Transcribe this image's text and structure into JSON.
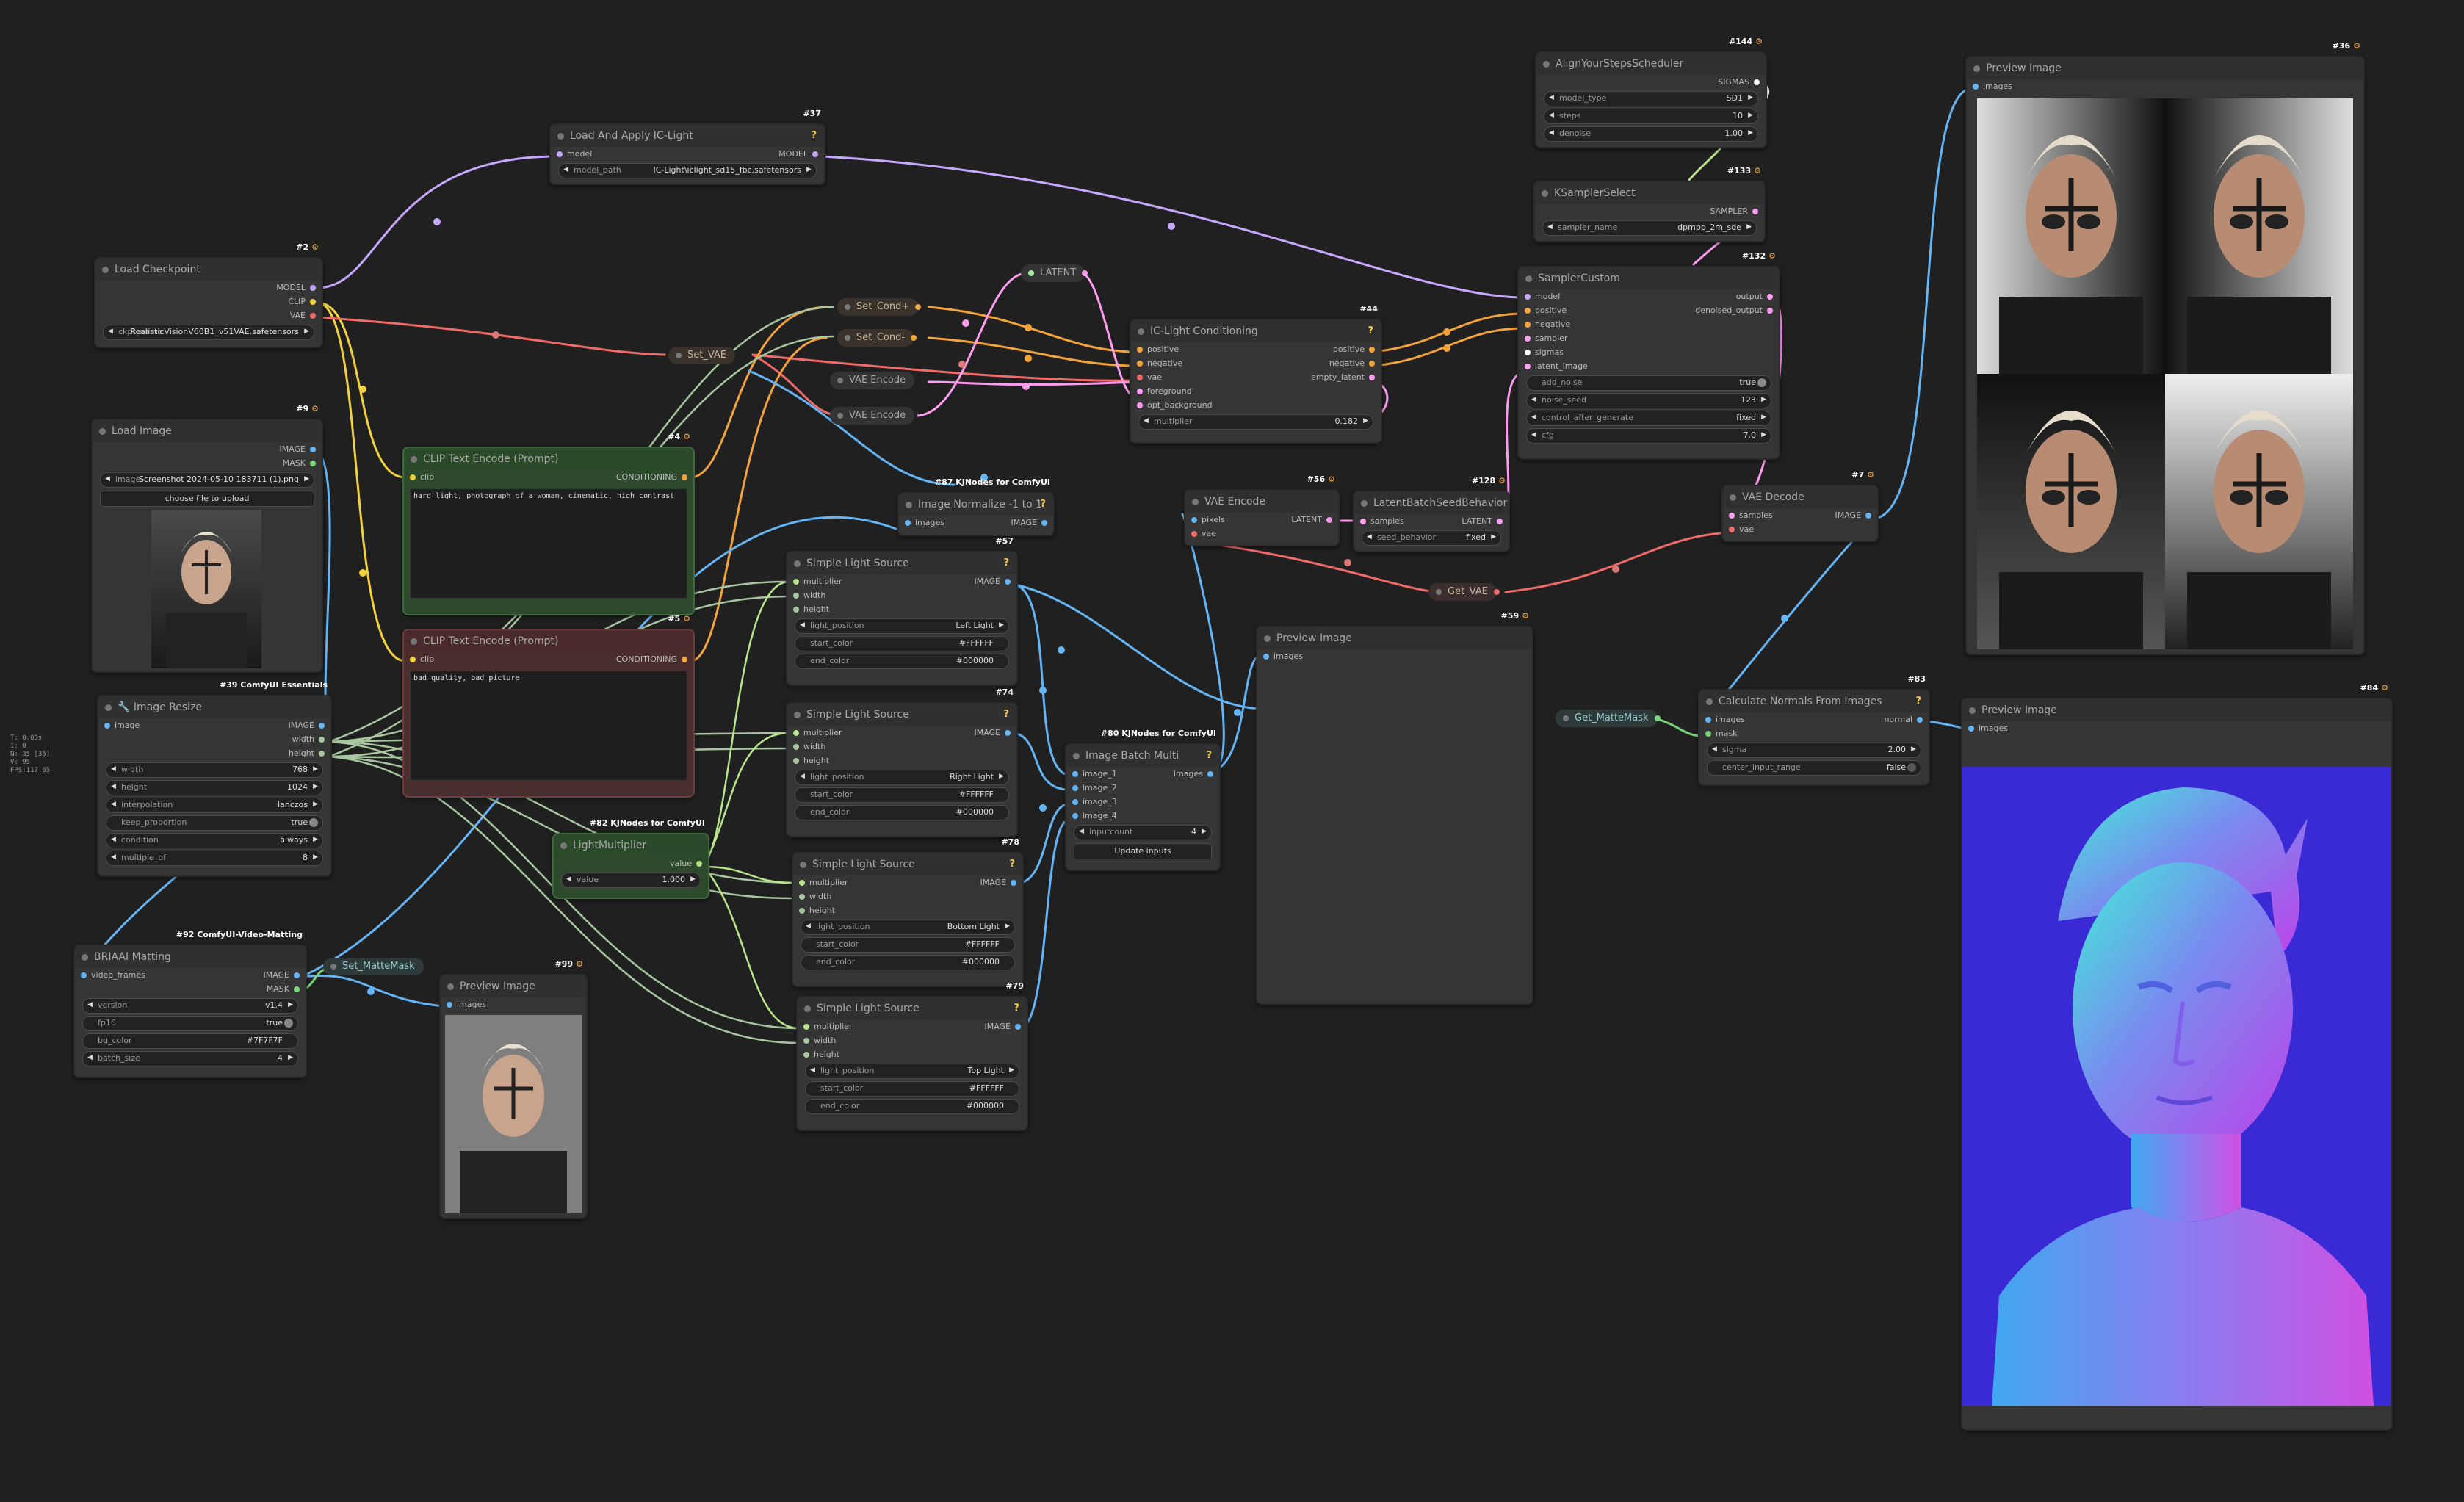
{
  "colors": {
    "model": "#c6a8ff",
    "clip": "#f2d13a",
    "vae": "#f06a6a",
    "conditioning": "#f2a33a",
    "latent": "#ff9cf0",
    "image": "#64b5f6",
    "mask": "#7ad67a",
    "int": "#a8c7a0",
    "float": "#b8e68a",
    "sampler": "#ff9cf0",
    "sigmas": "#ffffff",
    "background": "#202020"
  },
  "stats": [
    "T: 0.00s",
    "I: 0",
    "N: 35 [35]",
    "V: 95",
    "FPS:117.65"
  ],
  "nodes": {
    "checkpoint": {
      "id": "#2",
      "title": "Load Checkpoint",
      "outputs": [
        "MODEL",
        "CLIP",
        "VAE"
      ],
      "ckpt_label": "ckpt_name",
      "ckpt_value": "RealisticVisionV60B1_v51VAE.safetensors"
    },
    "ic_light": {
      "id": "#37",
      "title": "Load And Apply IC-Light",
      "input": "model",
      "output": "MODEL",
      "model_path_label": "model_path",
      "model_path_value": "IC-Light\\iclight_sd15_fbc.safetensors"
    },
    "load_image": {
      "id": "#9",
      "title": "Load Image",
      "outputs": [
        "IMAGE",
        "MASK"
      ],
      "image_label": "image",
      "image_value": "Screenshot 2024-05-10 183711 (1).png",
      "upload": "choose file to upload"
    },
    "clip_pos": {
      "id": "#4",
      "title": "CLIP Text Encode (Prompt)",
      "input": "clip",
      "output": "CONDITIONING",
      "text": "hard light, photograph of a woman, cinematic, high contrast"
    },
    "clip_neg": {
      "id": "#5",
      "title": "CLIP Text Encode (Prompt)",
      "input": "clip",
      "output": "CONDITIONING",
      "text": "bad quality, bad picture"
    },
    "resize": {
      "pack": "#39 ComfyUI Essentials",
      "title": "🔧 Image Resize",
      "input": "image",
      "outputs": [
        "IMAGE",
        "width",
        "height"
      ],
      "widgets": [
        {
          "l": "width",
          "v": "768"
        },
        {
          "l": "height",
          "v": "1024"
        },
        {
          "l": "interpolation",
          "v": "lanczos"
        },
        {
          "l": "keep_proportion",
          "v": "true"
        },
        {
          "l": "condition",
          "v": "always"
        },
        {
          "l": "multiple_of",
          "v": "8"
        }
      ]
    },
    "briaai": {
      "pack": "#92 ComfyUI-Video-Matting",
      "title": "BRIAAI Matting",
      "input": "video_frames",
      "outputs": [
        "IMAGE",
        "MASK"
      ],
      "widgets": [
        {
          "l": "version",
          "v": "v1.4"
        },
        {
          "l": "fp16",
          "v": "true"
        },
        {
          "l": "bg_color",
          "v": "#7F7F7F"
        },
        {
          "l": "batch_size",
          "v": "4"
        }
      ]
    },
    "preview99": {
      "id": "#99",
      "title": "Preview Image",
      "input": "images"
    },
    "light_mult": {
      "pack": "#82 KJNodes for ComfyUI",
      "title": "LightMultiplier",
      "output": "value",
      "value_label": "value",
      "value": "1.000"
    },
    "img_norm": {
      "pack": "#87 KJNodes for ComfyUI",
      "title": "Image Normalize -1 to 1",
      "input": "images",
      "output": "IMAGE"
    },
    "sls57": {
      "id": "#57",
      "title": "Simple Light Source",
      "inputs": [
        "multiplier",
        "width",
        "height"
      ],
      "output": "IMAGE",
      "pos": "Left Light",
      "start": "#FFFFFF",
      "end": "#000000"
    },
    "sls74": {
      "id": "#74",
      "title": "Simple Light Source",
      "inputs": [
        "multiplier",
        "width",
        "height"
      ],
      "output": "IMAGE",
      "pos": "Right Light",
      "start": "#FFFFFF",
      "end": "#000000"
    },
    "sls78": {
      "id": "#78",
      "title": "Simple Light Source",
      "inputs": [
        "multiplier",
        "width",
        "height"
      ],
      "output": "IMAGE",
      "pos": "Bottom Light",
      "start": "#FFFFFF",
      "end": "#000000"
    },
    "sls79": {
      "id": "#79",
      "title": "Simple Light Source",
      "inputs": [
        "multiplier",
        "width",
        "height"
      ],
      "output": "IMAGE",
      "pos": "Top Light",
      "start": "#FFFFFF",
      "end": "#000000"
    },
    "sls_labels": {
      "pos": "light_position",
      "start": "start_color",
      "end": "end_color"
    },
    "batch_multi": {
      "pack": "#80 KJNodes for ComfyUI",
      "title": "Image Batch Multi",
      "inputs": [
        "image_1",
        "image_2",
        "image_3",
        "image_4"
      ],
      "output": "images",
      "count_label": "inputcount",
      "count": "4",
      "button": "Update inputs"
    },
    "iclight_cond": {
      "id": "#44",
      "title": "IC-Light Conditioning",
      "inputs": [
        "positive",
        "negative",
        "vae",
        "foreground",
        "opt_background"
      ],
      "outputs": [
        "positive",
        "negative",
        "empty_latent"
      ],
      "mult_label": "multiplier",
      "mult": "0.182"
    },
    "vae_enc56": {
      "id": "#56",
      "title": "VAE Encode",
      "inputs": [
        "pixels",
        "vae"
      ],
      "output": "LATENT"
    },
    "latent_batch": {
      "id": "#128",
      "title": "LatentBatchSeedBehavior",
      "input": "samples",
      "output": "LATENT",
      "label": "seed_behavior",
      "value": "fixed"
    },
    "preview59": {
      "id": "#59",
      "title": "Preview Image",
      "input": "images"
    },
    "ays": {
      "id": "#144",
      "title": "AlignYourStepsScheduler",
      "output": "SIGMAS",
      "widgets": [
        {
          "l": "model_type",
          "v": "SD1"
        },
        {
          "l": "steps",
          "v": "10"
        },
        {
          "l": "denoise",
          "v": "1.00"
        }
      ]
    },
    "ksel": {
      "id": "#133",
      "title": "KSamplerSelect",
      "output": "SAMPLER",
      "label": "sampler_name",
      "value": "dpmpp_2m_sde"
    },
    "sampler_custom": {
      "id": "#132",
      "title": "SamplerCustom",
      "inputs": [
        "model",
        "positive",
        "negative",
        "sampler",
        "sigmas",
        "latent_image"
      ],
      "outputs": [
        "output",
        "denoised_output"
      ],
      "widgets": [
        {
          "l": "add_noise",
          "v": "true"
        },
        {
          "l": "noise_seed",
          "v": "123"
        },
        {
          "l": "control_after_generate",
          "v": "fixed"
        },
        {
          "l": "cfg",
          "v": "7.0"
        }
      ]
    },
    "vae_dec": {
      "id": "#7",
      "title": "VAE Decode",
      "inputs": [
        "samples",
        "vae"
      ],
      "output": "IMAGE"
    },
    "preview36": {
      "id": "#36",
      "title": "Preview Image",
      "input": "images"
    },
    "normals": {
      "id": "#83",
      "title": "Calculate Normals From Images",
      "inputs": [
        "images",
        "mask"
      ],
      "output": "normal",
      "widgets": [
        {
          "l": "sigma",
          "v": "2.00"
        },
        {
          "l": "center_input_range",
          "v": "false"
        }
      ]
    },
    "preview84": {
      "id": "#84",
      "title": "Preview Image",
      "input": "images"
    }
  },
  "reroutes": {
    "set_cond_pos": "Set_Cond+",
    "set_cond_neg": "Set_Cond-",
    "set_vae": "Set_VAE",
    "vae_enc_a": "VAE Encode",
    "vae_enc_b": "VAE Encode",
    "latent": "LATENT",
    "get_vae": "Get_VAE",
    "set_mattemask": "Set_MatteMask",
    "get_mattemask": "Get_MatteMask"
  }
}
